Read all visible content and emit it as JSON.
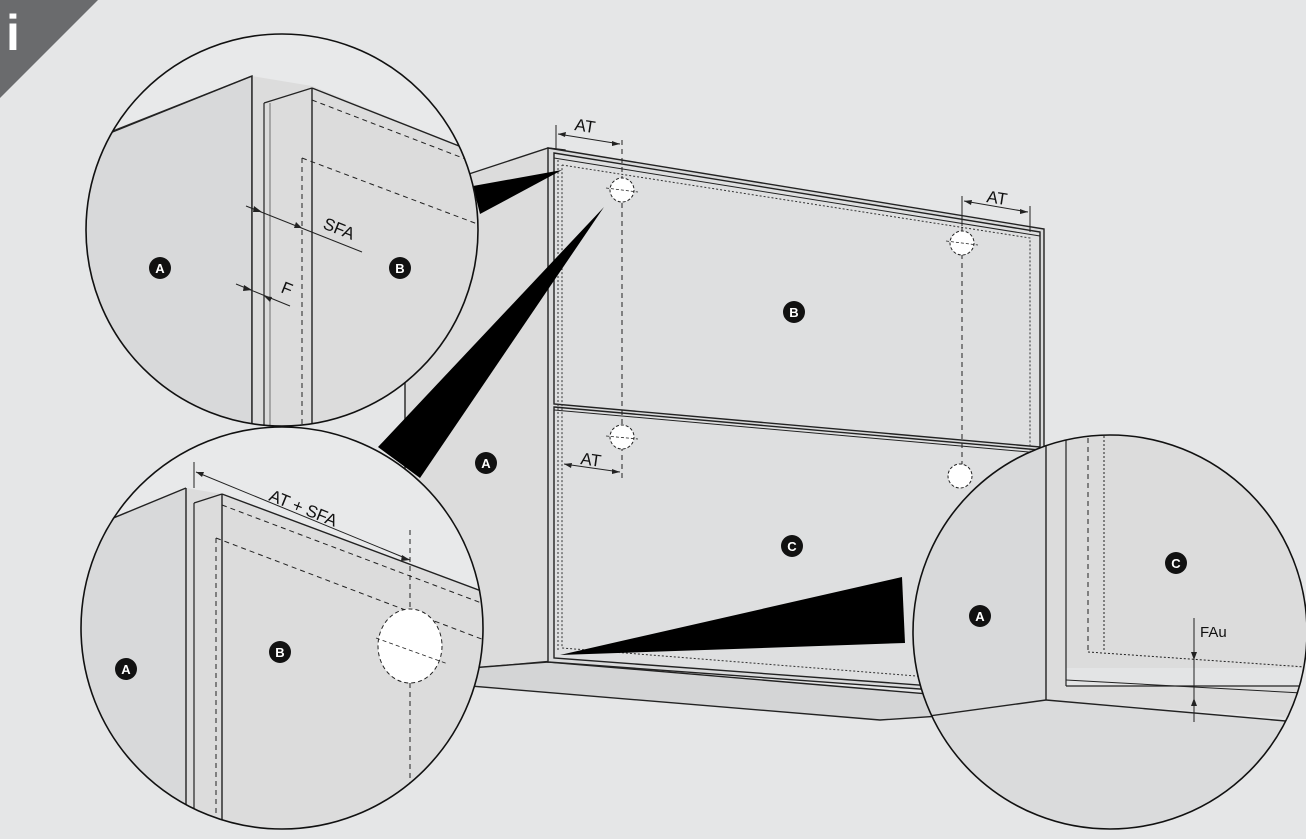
{
  "info_badge": {
    "glyph": "i"
  },
  "colors": {
    "background": "#e5e6e7",
    "panel": "#dcdcdc",
    "front": "#dedfe0",
    "line": "#222222",
    "marker": "#111111"
  },
  "main_view": {
    "markers": {
      "b": "B",
      "a": "A",
      "c": "C"
    },
    "dims": {
      "at_top_left": "AT",
      "at_top_right": "AT",
      "at_mid": "AT"
    }
  },
  "detail_top_left": {
    "markers": {
      "a": "A",
      "b": "B"
    },
    "labels": {
      "sfa": "SFA",
      "f": "F"
    }
  },
  "detail_bottom_left": {
    "markers": {
      "a": "A",
      "b": "B"
    },
    "labels": {
      "at_sfa": "AT + SFA"
    }
  },
  "detail_right": {
    "markers": {
      "a": "A",
      "c": "C"
    },
    "labels": {
      "fau": "FAu"
    }
  }
}
